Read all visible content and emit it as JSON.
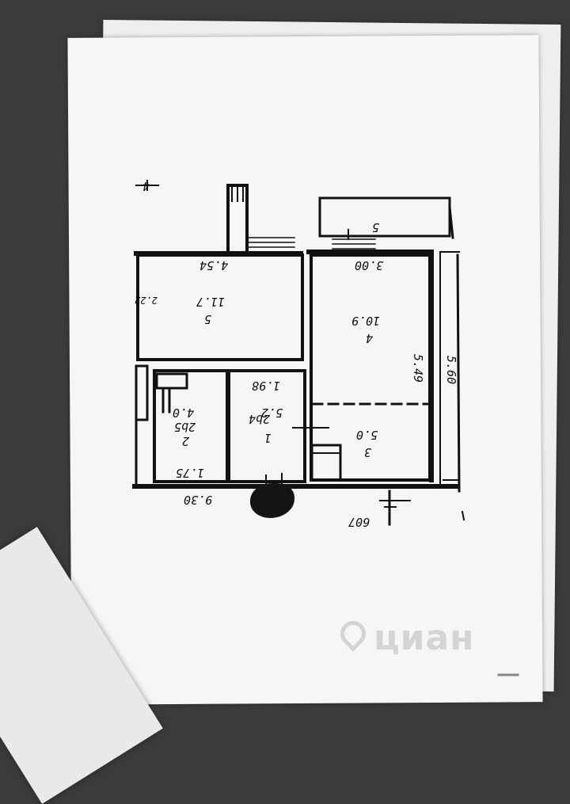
{
  "plan": {
    "rooms": [
      {
        "id": "room-5-large",
        "number": "5",
        "area": "11.7"
      },
      {
        "id": "room-4",
        "number": "4",
        "area": "10.9"
      },
      {
        "id": "room-3",
        "number": "3",
        "area": "5.0"
      },
      {
        "id": "room-2",
        "number": "2",
        "area": "4.0",
        "code": "2b5"
      },
      {
        "id": "room-1",
        "number": "1",
        "area": "5.2",
        "code": "2b4"
      }
    ],
    "balcony_number": "5",
    "corner_mark": "4",
    "dimensions": {
      "top_left_width": "4.54",
      "top_right_width": "3.00",
      "left_side": "2.22",
      "right_inner_height": "5.49",
      "right_outer_height": "5.60",
      "corridor_width": "1.98",
      "bath_width": "1.75",
      "bottom_total": "9.30",
      "bottom_right_code": "607"
    }
  },
  "watermark": {
    "text": "циан"
  },
  "colors": {
    "background": "#3a3c3b",
    "paper": "#f6f6f4",
    "ink": "#111111",
    "redaction": "#141414"
  }
}
